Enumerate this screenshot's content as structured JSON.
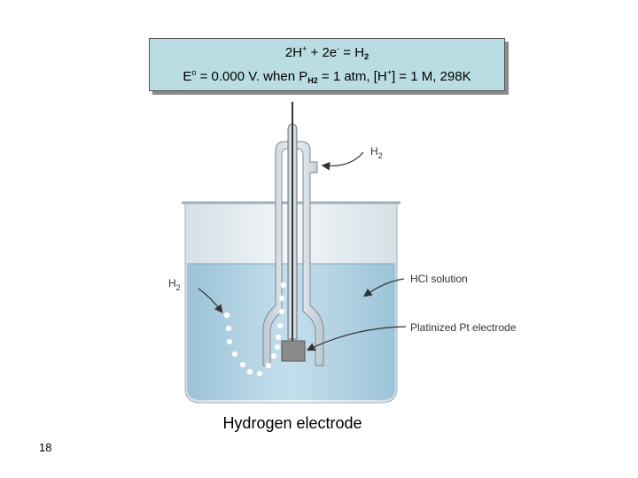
{
  "equation_box": {
    "line1": {
      "a": "2H",
      "a_sup": "+",
      "b": " + 2e",
      "b_sup": "-",
      "c": " = H",
      "c_sub": "2"
    },
    "line2": {
      "a": "E",
      "a_sup": "o",
      "b": " = 0.000 V.  when P",
      "b_sub": "H2",
      "c": " = 1 atm, [H",
      "c_sup": "+",
      "d": "] = 1 M, 298K"
    }
  },
  "diagram": {
    "labels": {
      "h2_top": "H",
      "h2_top_sub": "2",
      "h2_left": "H",
      "h2_left_sub": "2",
      "hcl": "HCl solution",
      "electrode": "Platinized Pt electrode"
    },
    "colors": {
      "solution": "#a9cde0",
      "glass": "#e6edf1",
      "electrode": "#8a8a8a",
      "box": "#b9dde3"
    }
  },
  "caption": "Hydrogen electrode",
  "slide_number": "18"
}
